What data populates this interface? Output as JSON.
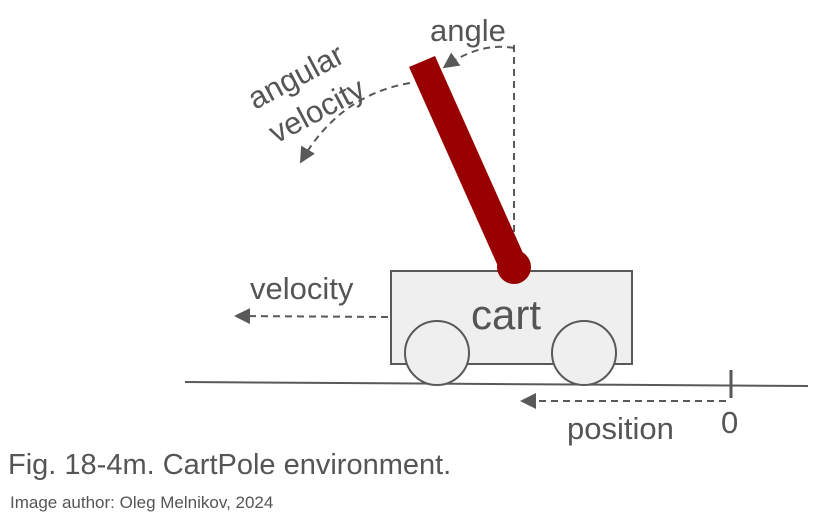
{
  "diagram": {
    "labels": {
      "angle": "angle",
      "angular_line1": "angular",
      "angular_line2": "velocity",
      "velocity": "velocity",
      "cart": "cart",
      "position": "position",
      "zero": "0"
    },
    "colors": {
      "pole": "#990000",
      "cart_fill": "#efefef",
      "outline": "#595959",
      "text": "#555555"
    }
  },
  "caption": {
    "title": "Fig. 18-4m. CartPole environment.",
    "credit": "Image author: Oleg Melnikov, 2024"
  }
}
